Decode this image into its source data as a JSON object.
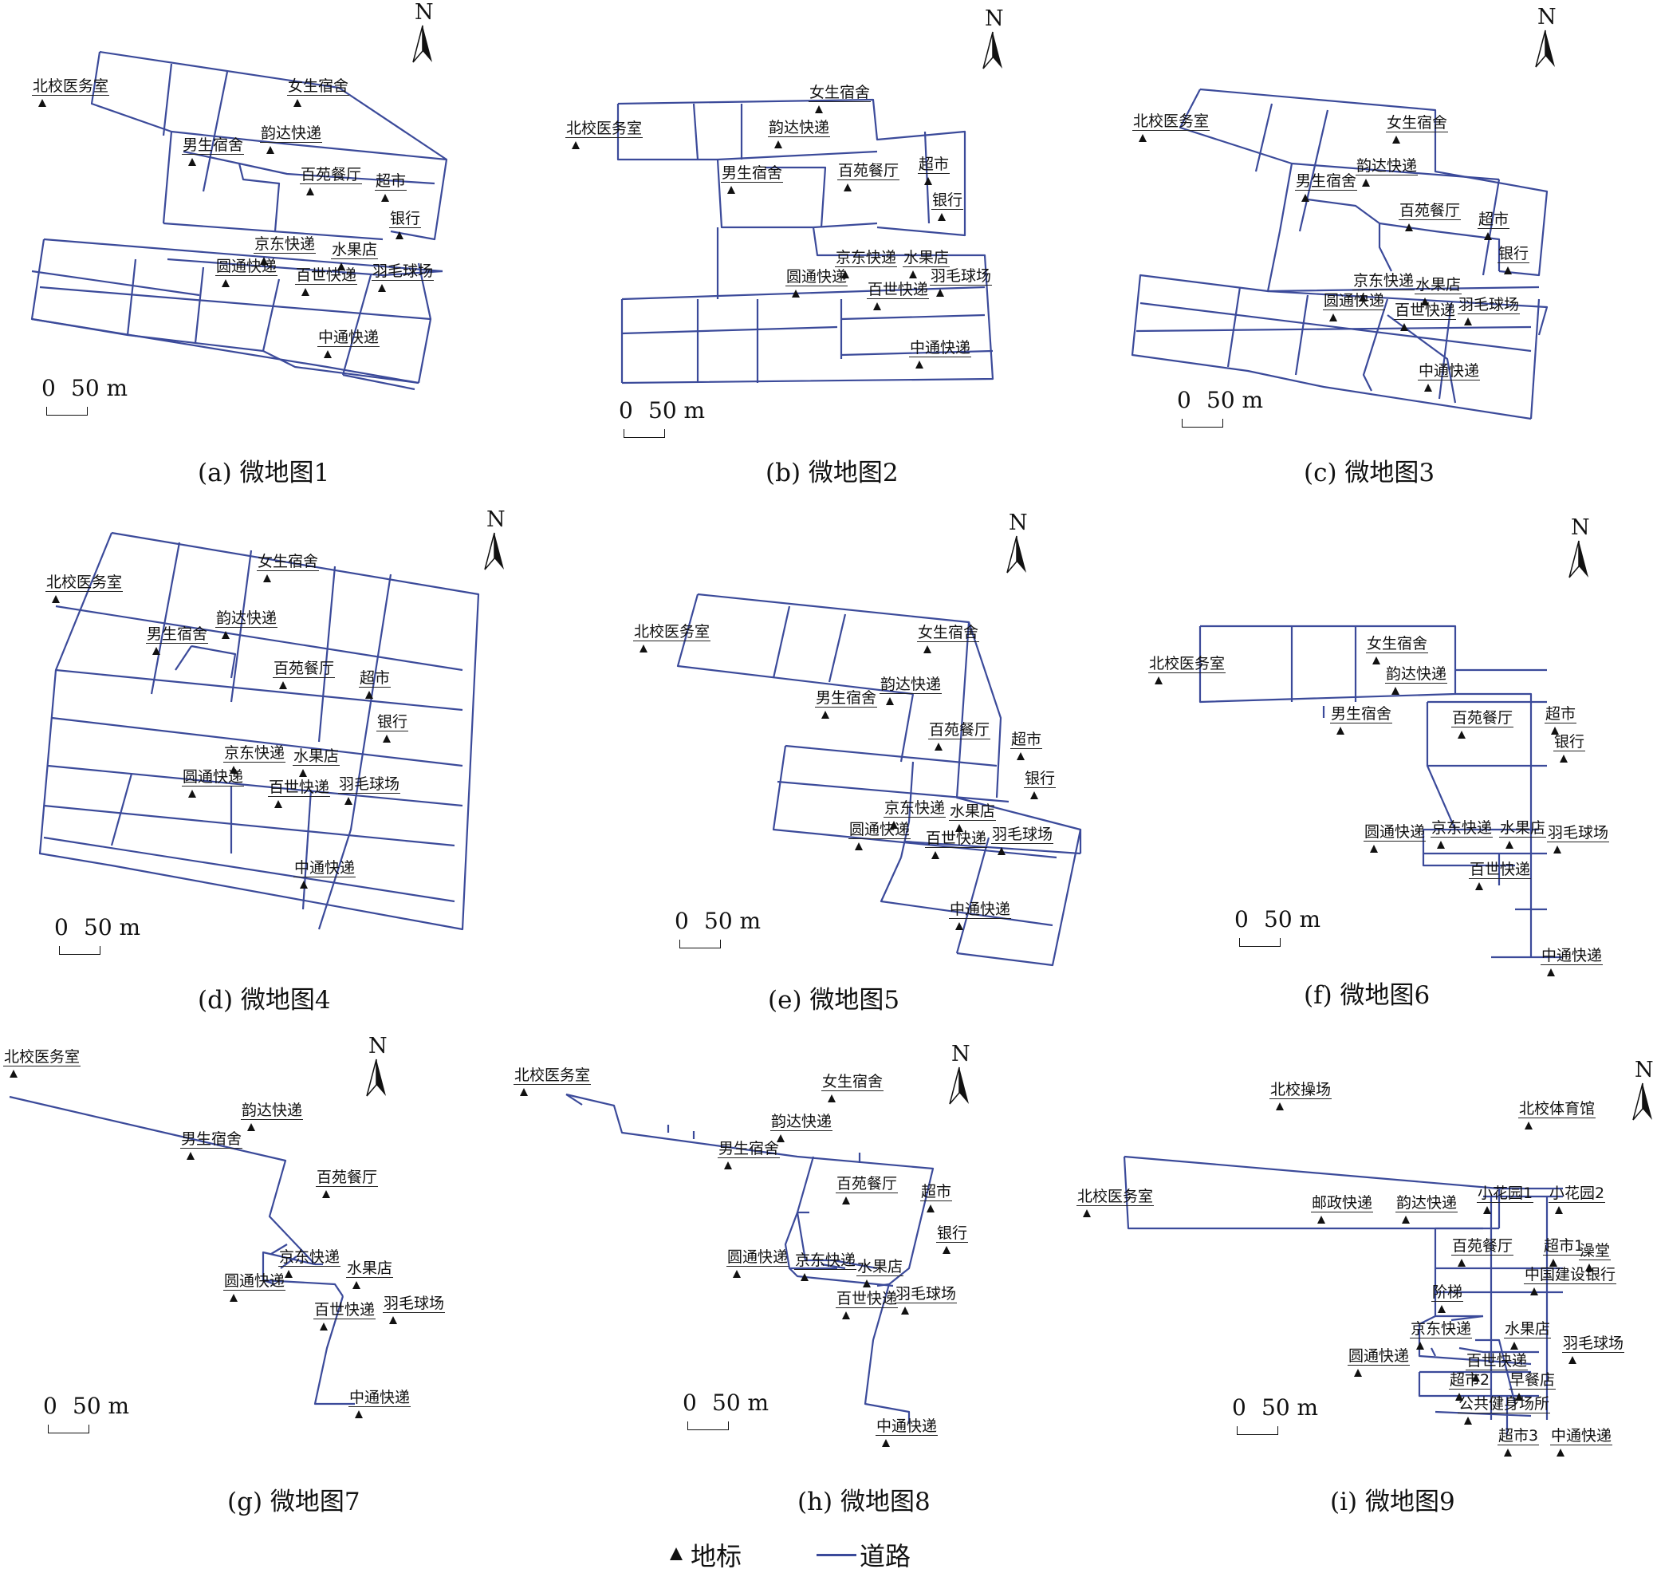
{
  "colors": {
    "road": "#3b4a9a",
    "landmark": "#111111"
  },
  "icons": {
    "landmark": "triangle-icon",
    "north": "north-arrow-icon"
  },
  "legend": {
    "landmark_label": "地标",
    "road_label": "道路"
  },
  "north_letter": "N",
  "scale": {
    "zero": "0",
    "distance": "50 m"
  },
  "maps": [
    {
      "caption": "(a) 微地图1",
      "landmarks": [
        "北校医务室",
        "女生宿舍",
        "男生宿舍",
        "韵达快递",
        "百苑餐厅",
        "超市",
        "银行",
        "京东快递",
        "水果店",
        "圆通快递",
        "百世快递",
        "羽毛球场",
        "中通快递"
      ]
    },
    {
      "caption": "(b) 微地图2",
      "landmarks": [
        "北校医务室",
        "女生宿舍",
        "韵达快递",
        "男生宿舍",
        "百苑餐厅",
        "超市",
        "银行",
        "京东快递",
        "水果店",
        "圆通快递",
        "百世快递",
        "羽毛球场",
        "中通快递"
      ]
    },
    {
      "caption": "(c) 微地图3",
      "landmarks": [
        "北校医务室",
        "女生宿舍",
        "韵达快递",
        "男生宿舍",
        "百苑餐厅",
        "超市",
        "银行",
        "京东快递",
        "水果店",
        "圆通快递",
        "百世快递",
        "羽毛球场",
        "中通快递"
      ]
    },
    {
      "caption": "(d) 微地图4",
      "landmarks": [
        "北校医务室",
        "女生宿舍",
        "韵达快递",
        "男生宿舍",
        "百苑餐厅",
        "超市",
        "银行",
        "京东快递",
        "水果店",
        "圆通快递",
        "百世快递",
        "羽毛球场",
        "中通快递"
      ]
    },
    {
      "caption": "(e) 微地图5",
      "landmarks": [
        "北校医务室",
        "女生宿舍",
        "韵达快递",
        "男生宿舍",
        "百苑餐厅",
        "超市",
        "银行",
        "京东快递",
        "水果店",
        "圆通快递",
        "百世快递",
        "羽毛球场",
        "中通快递"
      ]
    },
    {
      "caption": "(f) 微地图6",
      "landmarks": [
        "北校医务室",
        "女生宿舍",
        "韵达快递",
        "男生宿舍",
        "百苑餐厅",
        "超市",
        "银行",
        "圆通快递",
        "京东快递",
        "水果店",
        "羽毛球场",
        "百世快递",
        "中通快递"
      ]
    },
    {
      "caption": "(g) 微地图7",
      "landmarks": [
        "北校医务室",
        "韵达快递",
        "男生宿舍",
        "百苑餐厅",
        "京东快递",
        "水果店",
        "圆通快递",
        "百世快递",
        "羽毛球场",
        "中通快递"
      ]
    },
    {
      "caption": "(h) 微地图8",
      "landmarks": [
        "北校医务室",
        "女生宿舍",
        "韵达快递",
        "男生宿舍",
        "百苑餐厅",
        "超市",
        "银行",
        "圆通快递",
        "京东快递",
        "水果店",
        "百世快递",
        "羽毛球场",
        "中通快递"
      ]
    },
    {
      "caption": "(i) 微地图9",
      "landmarks": [
        "北校操场",
        "北校体育馆",
        "北校医务室",
        "邮政快递",
        "韵达快递",
        "小花园1",
        "小花园2",
        "百苑餐厅",
        "超市1",
        "澡堂",
        "中国建设银行",
        "阶梯",
        "京东快递",
        "水果店",
        "羽毛球场",
        "圆通快递",
        "百世快递",
        "超市2",
        "早餐店",
        "公共健身场所",
        "超市3",
        "中通快递"
      ]
    }
  ]
}
